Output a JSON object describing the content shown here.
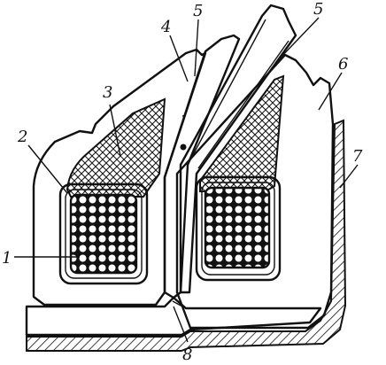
{
  "labels": [
    "1",
    "2",
    "3",
    "4",
    "5",
    "5",
    "6",
    "7",
    "8"
  ],
  "colors": {
    "ink": "#111111",
    "paper": "#ffffff"
  }
}
